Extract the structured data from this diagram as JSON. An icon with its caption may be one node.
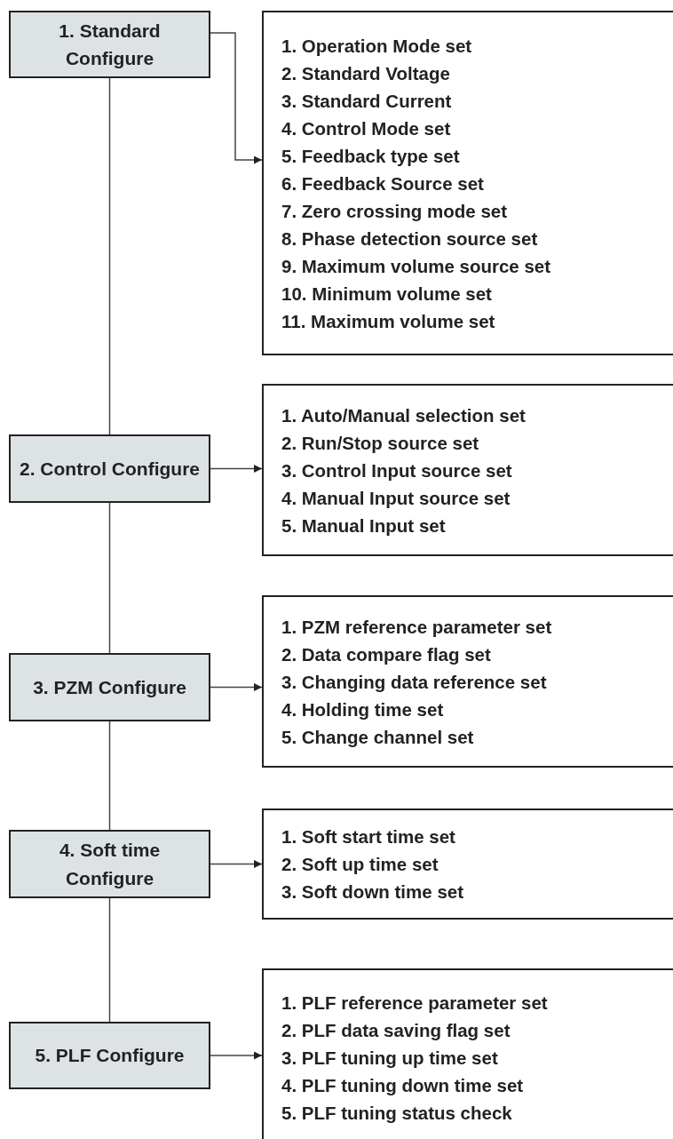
{
  "diagram": {
    "nodes": [
      {
        "text": [
          "1. Standard Configure"
        ]
      },
      {
        "text": [
          "1. Operation Mode set",
          "2. Standard Voltage",
          "3. Standard Current",
          "4. Control Mode set",
          "5. Feedback type set",
          "6. Feedback Source set",
          "7. Zero crossing mode set",
          "8. Phase detection source set",
          "9. Maximum volume source set",
          "10. Minimum volume set",
          "11. Maximum volume set"
        ]
      },
      {
        "text": [
          "2. Control Configure"
        ]
      },
      {
        "text": [
          "1. Auto/Manual selection set",
          "2. Run/Stop source set",
          "3. Control Input source set",
          "4. Manual Input source set",
          "5. Manual Input set"
        ]
      },
      {
        "text": [
          "3. PZM Configure"
        ]
      },
      {
        "text": [
          "1. PZM reference parameter set",
          "2. Data compare flag set",
          "3. Changing data reference set",
          "4. Holding time set",
          "5. Change channel set"
        ]
      },
      {
        "text": [
          "4. Soft time Configure"
        ]
      },
      {
        "text": [
          "1. Soft start time set",
          "2. Soft up time set",
          "3. Soft down time set"
        ]
      },
      {
        "text": [
          "5. PLF Configure"
        ]
      },
      {
        "text": [
          "1. PLF reference parameter set",
          "2. PLF data saving flag set",
          "3. PLF tuning up time set",
          "4. PLF tuning down time set",
          "5. PLF tuning status check"
        ]
      }
    ],
    "edges": [
      {
        "from": 0,
        "to": 1,
        "arrow": "to"
      },
      {
        "from": 0,
        "to": 2,
        "arrow": "none"
      },
      {
        "from": 2,
        "to": 3,
        "arrow": "to"
      },
      {
        "from": 2,
        "to": 4,
        "arrow": "none"
      },
      {
        "from": 4,
        "to": 5,
        "arrow": "to"
      },
      {
        "from": 4,
        "to": 6,
        "arrow": "none"
      },
      {
        "from": 6,
        "to": 7,
        "arrow": "to"
      },
      {
        "from": 6,
        "to": 8,
        "arrow": "none"
      },
      {
        "from": 8,
        "to": 9,
        "arrow": "to"
      }
    ]
  }
}
